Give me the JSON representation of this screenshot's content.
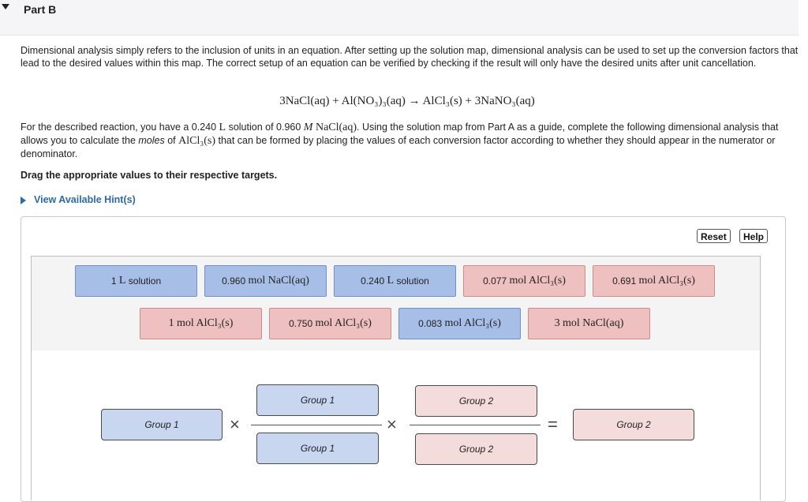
{
  "part": {
    "title": "Part B"
  },
  "intro": "Dimensional analysis simply refers to the inclusion of units in an equation. After setting up the solution map, dimensional analysis can be used to set up the conversion factors that lead to the desired values within this map. The correct setup of an equation can be verified by checking if the result will only have the desired units after unit cancellation.",
  "equation": "3NaCl(aq) + Al(NO₃)₃(aq) → AlCl₃(s) + 3NaNO₃(aq)",
  "problem": {
    "p1": "For the described reaction, you have a 0.240 ",
    "L": "L",
    "p2": " solution of 0.960 ",
    "M": "M",
    "NaCl": "NaCl(aq)",
    "p3": ". Using the solution map from Part A as a guide, complete the following dimensional analysis that allows you to calculate the ",
    "moles": "moles",
    "p4": " of ",
    "AlCl3": "AlCl₃(s)",
    "p5": " that can be formed by placing the values of each conversion factor according to whether they should appear in the numerator or denominator."
  },
  "instruction": "Drag the appropriate values to their respective targets.",
  "hint_link": "View Available Hint(s)",
  "buttons": {
    "reset": "Reset",
    "help": "Help"
  },
  "tiles": [
    {
      "num": "1",
      "unit": "L",
      "rest": "solution",
      "group": "blue"
    },
    {
      "num": "0.960",
      "unit": "mol NaCl(aq)",
      "rest": "",
      "group": "blue"
    },
    {
      "num": "0.240",
      "unit": "L",
      "rest": "solution",
      "group": "blue"
    },
    {
      "num": "0.077",
      "unit": "mol AlCl₃(s)",
      "rest": "",
      "group": "pink"
    },
    {
      "num": "0.691",
      "unit": "mol AlCl₃(s)",
      "rest": "",
      "group": "pink"
    },
    {
      "num": "1",
      "unit": "mol AlCl₃(s)",
      "rest": "",
      "group": "pink"
    },
    {
      "num": "0.750",
      "unit": "mol AlCl₃(s)",
      "rest": "",
      "group": "pink"
    },
    {
      "num": "0.083",
      "unit": "mol AlCl₃(s)",
      "rest": "",
      "group": "blue"
    },
    {
      "num": "3",
      "unit": "mol NaCl(aq)",
      "rest": "",
      "group": "pink"
    }
  ],
  "targets": {
    "start": "Group 1",
    "f1_num": "Group 1",
    "f1_den": "Group 1",
    "f2_num": "Group 2",
    "f2_den": "Group 2",
    "result": "Group 2"
  },
  "operators": {
    "times": "×",
    "equals": "="
  }
}
